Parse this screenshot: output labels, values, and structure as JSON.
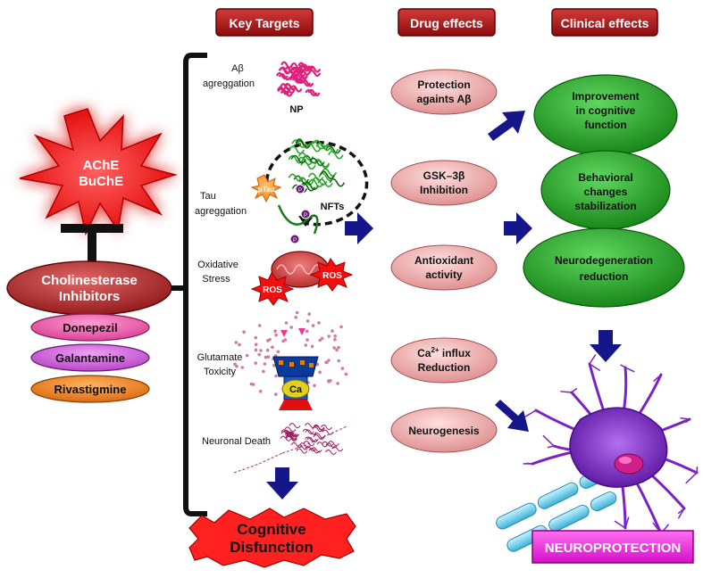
{
  "headers": {
    "key_targets": "Key Targets",
    "drug_effects": "Drug effects",
    "clinical_effects": "Clinical effects"
  },
  "enzymes": [
    "AChE",
    "BuChE"
  ],
  "inhibitor": {
    "line1": "Cholinesterase",
    "line2": "Inhibitors"
  },
  "drugs": [
    {
      "label": "Donepezil",
      "color": "#e957a8"
    },
    {
      "label": "Galantamine",
      "color": "#cc55d6"
    },
    {
      "label": "Rivastigmine",
      "color": "#e8801c"
    }
  ],
  "targets": [
    {
      "line1": "Aβ",
      "line2": "agreggation",
      "annotation": "NP"
    },
    {
      "line1": "Tau",
      "line2": "agreggation",
      "annotation": "NFTs",
      "inner": "pTau"
    },
    {
      "line1": "Oxidative",
      "line2": "Stress",
      "annotation": "ROS"
    },
    {
      "line1": "Glutamate",
      "line2": "Toxicity",
      "annotation": "Ca"
    },
    {
      "line1": "Neuronal Death",
      "line2": ""
    }
  ],
  "tau_markers": [
    "P",
    "P",
    "P"
  ],
  "cognitive": {
    "line1": "Cognitive",
    "line2": "Disfunction"
  },
  "drug_effects": [
    {
      "line1": "Protection",
      "line2": "againts Aβ"
    },
    {
      "line1": "GSK–3β",
      "line2": "Inhibition"
    },
    {
      "line1": "Antioxidant",
      "line2": "activity"
    },
    {
      "line1": "Ca",
      "sup": "2+",
      "line1b": " influx",
      "line2": "Reduction"
    },
    {
      "line1": "Neurogenesis",
      "line2": ""
    }
  ],
  "clinical_effects": [
    {
      "lines": [
        "Improvement",
        "in cognitive",
        "function"
      ]
    },
    {
      "lines": [
        "Behavioral",
        "changes",
        "stabilization"
      ]
    },
    {
      "lines": [
        "Neurodegeneration",
        "reduction"
      ]
    }
  ],
  "neuroprotection": "NEUROPROTECTION",
  "colors": {
    "header_red": "#b01515",
    "arrow_navy": "#14168a",
    "clinical_green": "#1e9a1e",
    "effect_pink": "#eeaaaa",
    "burst_red": "#ff2020",
    "neuro_magenta": "#ee20dd",
    "neuron_purple": "#8a2ad0"
  }
}
